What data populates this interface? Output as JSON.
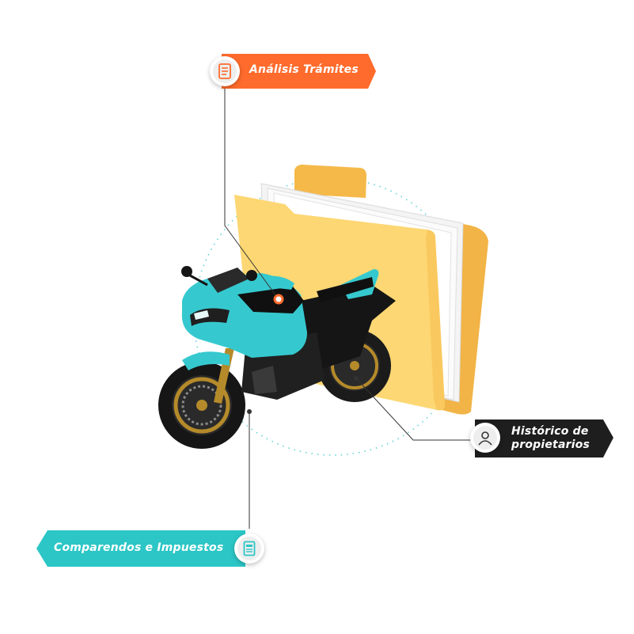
{
  "labels": {
    "analisis": "Análisis Trámites",
    "historico_line1": "Histórico de",
    "historico_line2": "propietarios",
    "comparendos": "Comparendos e Impuestos"
  },
  "icons": {
    "analisis": "document-list-icon",
    "historico": "user-icon",
    "comparendos": "receipt-icon"
  },
  "colors": {
    "orange": "#ff6b2c",
    "dark": "#1e1e1e",
    "teal": "#2cc6c6",
    "folder": "#fbd56b",
    "motorcycle": "#35c9cf"
  }
}
